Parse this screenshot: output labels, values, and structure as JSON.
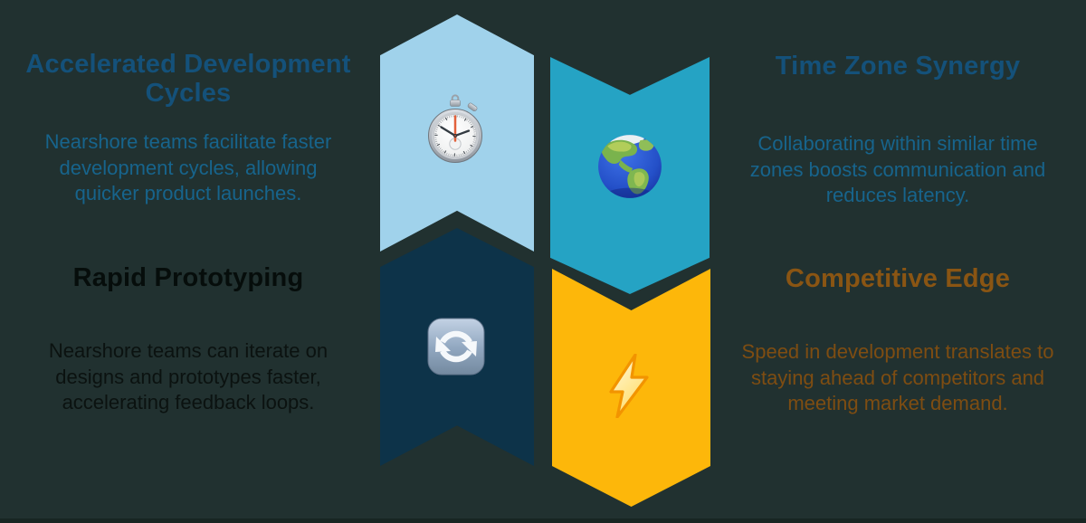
{
  "colors": {
    "background": "#213130",
    "blue_title": "#14517a",
    "blue_body": "#17648c",
    "black_title": "#060d0b",
    "black_body": "#0b1210",
    "orange_title": "#8a5513",
    "orange_body": "#7e4d12",
    "chevron_lightblue": "#a0d2eb",
    "chevron_teal": "#25a3c4",
    "chevron_navy": "#0d3349",
    "chevron_yellow": "#fdb70a",
    "bolt_orange": "#f29400",
    "globe_ocean": "#2450c8",
    "globe_land": "#7ab34d"
  },
  "panels": [
    {
      "id": "accelerated-development-cycles",
      "title": "Accelerated Development Cycles",
      "body": "Nearshore teams facilitate faster development cycles, allowing quicker product launches.",
      "title_color": "#14517a",
      "body_color": "#17648c",
      "chevron_color": "#a0d2eb",
      "chevron_direction": "up",
      "icon": "stopwatch-icon"
    },
    {
      "id": "time-zone-synergy",
      "title": "Time Zone Synergy",
      "body": "Collaborating within similar time zones boosts communication and reduces latency.",
      "title_color": "#14517a",
      "body_color": "#17648c",
      "chevron_color": "#25a3c4",
      "chevron_direction": "down",
      "icon": "globe-americas-icon"
    },
    {
      "id": "rapid-prototyping",
      "title": "Rapid Prototyping",
      "body": "Nearshore teams can iterate on designs and prototypes faster, accelerating feedback loops.",
      "title_color": "#060d0b",
      "body_color": "#0b1210",
      "chevron_color": "#0d3349",
      "chevron_direction": "up",
      "icon": "refresh-arrows-icon"
    },
    {
      "id": "competitive-edge",
      "title": "Competitive Edge",
      "body": "Speed in development translates to staying ahead of competitors and meeting market demand.",
      "title_color": "#8a5513",
      "body_color": "#7e4d12",
      "chevron_color": "#fdb70a",
      "chevron_direction": "down",
      "icon": "lightning-bolt-icon"
    }
  ]
}
